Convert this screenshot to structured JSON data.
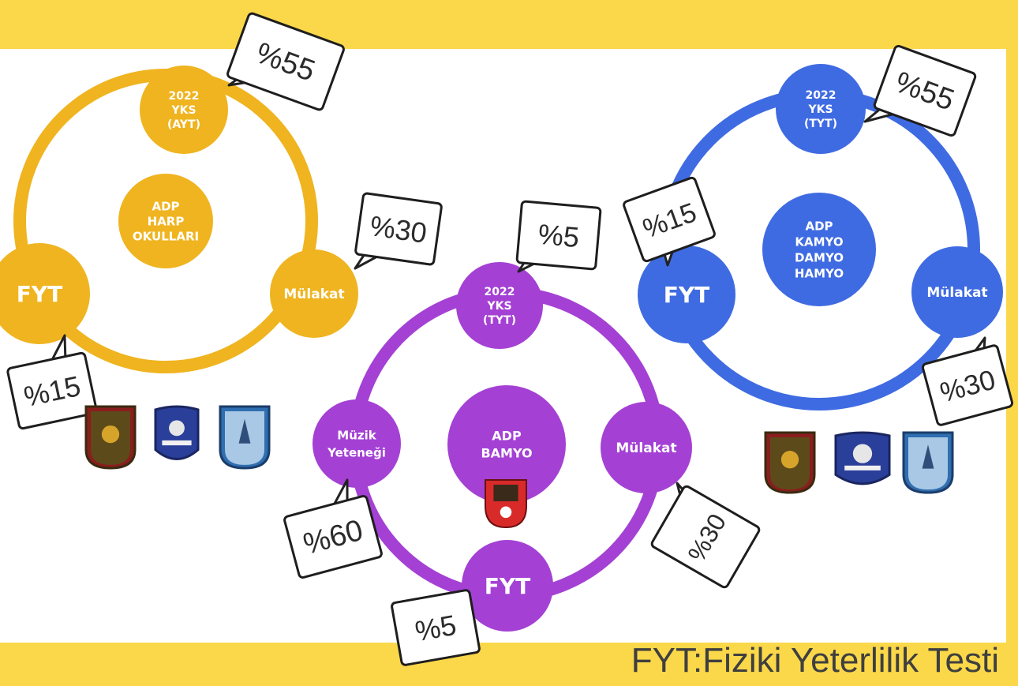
{
  "colors": {
    "background": "#fbd84a",
    "panel": "#ffffff",
    "harp": "#efb41f",
    "bamyo": "#a441d4",
    "kamyo": "#3f6be2"
  },
  "diagrams": [
    {
      "id": "harp",
      "color": "#efb41f",
      "center": [
        "ADP",
        "HARP",
        "OKULLARI"
      ],
      "nodes": [
        {
          "key": "yks",
          "lines": [
            "2022",
            "YKS",
            "(AYT)"
          ],
          "weight": "%55"
        },
        {
          "key": "mulakat",
          "lines": [
            "Mülakat"
          ],
          "weight": "%30"
        },
        {
          "key": "fyt",
          "lines": [
            "FYT"
          ],
          "weight": "%15"
        }
      ],
      "emblems": [
        "army-emblem-icon",
        "navy-emblem-icon",
        "airforce-emblem-icon"
      ]
    },
    {
      "id": "bamyo",
      "color": "#a441d4",
      "center": [
        "ADP",
        "BAMYO"
      ],
      "nodes": [
        {
          "key": "yks",
          "lines": [
            "2022",
            "YKS",
            "(TYT)"
          ],
          "weight": "%5"
        },
        {
          "key": "mulakat",
          "lines": [
            "Mülakat"
          ],
          "weight": "%30"
        },
        {
          "key": "fyt",
          "lines": [
            "FYT"
          ],
          "weight": "%5"
        },
        {
          "key": "muzik",
          "lines": [
            "Müzik",
            "Yeteneği"
          ],
          "weight": "%60"
        }
      ],
      "emblems": [
        "band-emblem-icon"
      ]
    },
    {
      "id": "kamyo",
      "color": "#3f6be2",
      "center": [
        "ADP",
        "KAMYO",
        "DAMYO",
        "HAMYO"
      ],
      "nodes": [
        {
          "key": "yks",
          "lines": [
            "2022",
            "YKS",
            "(TYT)"
          ],
          "weight": "%55"
        },
        {
          "key": "mulakat",
          "lines": [
            "Mülakat"
          ],
          "weight": "%30"
        },
        {
          "key": "fyt",
          "lines": [
            "FYT"
          ],
          "weight": "%15"
        }
      ],
      "emblems": [
        "army-emblem-icon",
        "navy-emblem-icon",
        "airforce-emblem-icon"
      ]
    }
  ],
  "legend": "FYT:Fiziki Yeterlilik Testi"
}
